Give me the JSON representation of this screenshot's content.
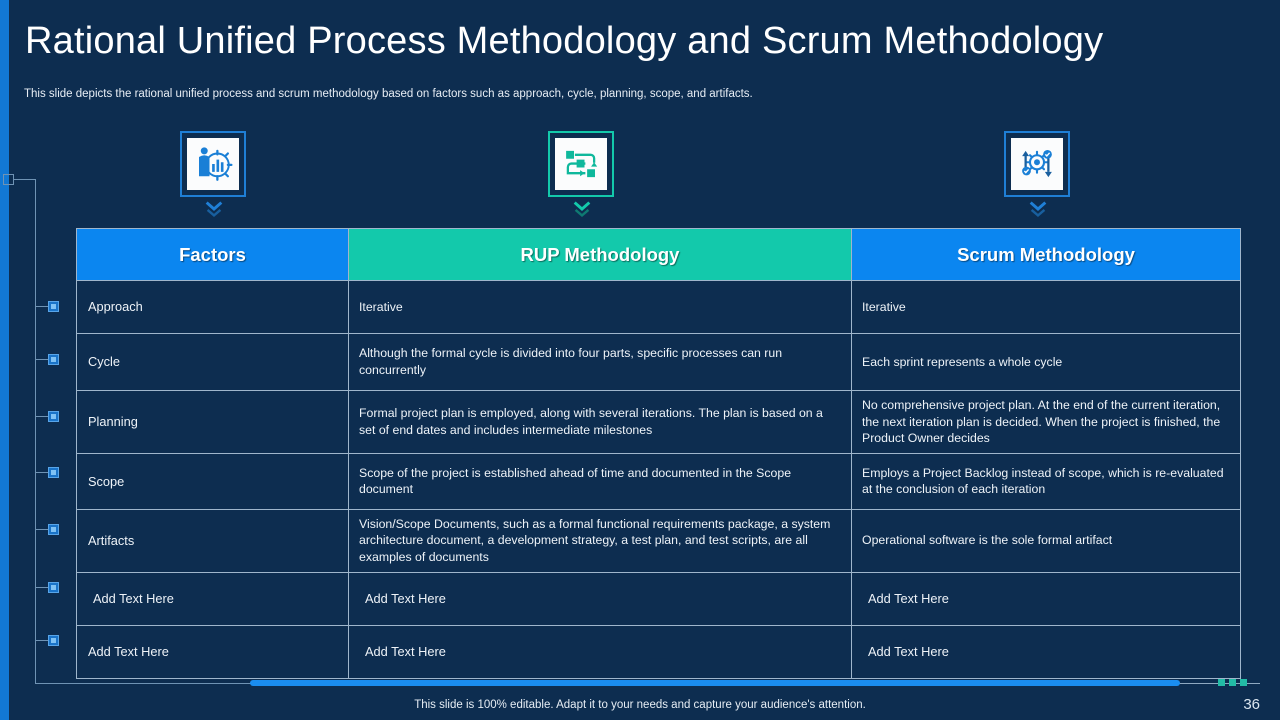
{
  "slide": {
    "title": "Rational Unified Process Methodology and Scrum Methodology",
    "subtitle": "This slide depicts the rational unified process and scrum methodology based on factors such as approach, cycle, planning, scope, and artifacts.",
    "page_number": "36",
    "footer_note": "This slide is 100% editable. Adapt it to your needs and capture your audience's attention."
  },
  "icons": [
    {
      "name": "people-analytics-gear-icon",
      "accent": "#1f7fd6"
    },
    {
      "name": "process-workflow-icon",
      "accent": "#13c9ab"
    },
    {
      "name": "agile-cycle-check-icon",
      "accent": "#1f7fd6"
    }
  ],
  "colors": {
    "background": "#0d2d50",
    "header_blue": "#0b86f0",
    "header_teal": "#13c9ab",
    "accent_bar": "#1a8df0",
    "dot_teal": "#23bba6",
    "grid_line": "#9fb6cc"
  },
  "table": {
    "headers": [
      "Factors",
      "RUP Methodology",
      "Scrum Methodology"
    ],
    "rows": [
      {
        "factor": "Approach",
        "rup": "Iterative",
        "scrum": "Iterative"
      },
      {
        "factor": "Cycle",
        "rup": "Although the formal cycle is divided into four parts, specific processes can run concurrently",
        "scrum": "Each sprint represents a whole cycle"
      },
      {
        "factor": "Planning",
        "rup": "Formal project plan is employed, along with several iterations. The plan is based on a set of end dates and includes intermediate milestones",
        "scrum": "No comprehensive project plan. At the end of the current iteration, the next iteration plan is decided. When the project is finished, the Product Owner decides"
      },
      {
        "factor": "Scope",
        "rup": " Scope of the project is established ahead of time and documented in the Scope document",
        "scrum": "Employs a Project Backlog instead of scope, which is re-evaluated at the conclusion of each iteration"
      },
      {
        "factor": "Artifacts",
        "rup": "Vision/Scope Documents, such as a formal functional requirements package, a system architecture document, a development  strategy, a test plan, and test scripts, are all examples of documents",
        "scrum": "Operational software is the sole formal artifact"
      },
      {
        "factor": " Add Text Here",
        "rup": " Add Text Here",
        "scrum": " Add Text Here"
      },
      {
        "factor": "Add Text Here",
        "rup": " Add Text Here",
        "scrum": " Add Text Here"
      }
    ]
  }
}
